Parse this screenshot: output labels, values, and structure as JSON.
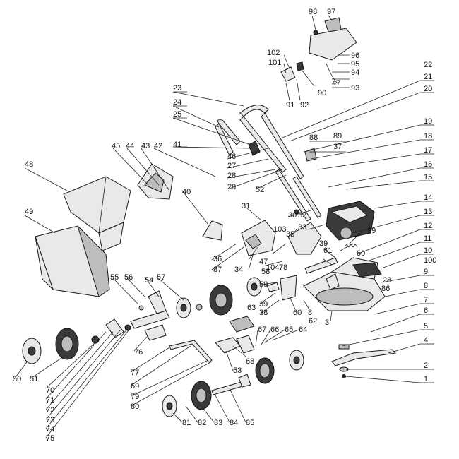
{
  "callouts": [
    "1",
    "2",
    "3",
    "4",
    "5",
    "6",
    "7",
    "8",
    "9",
    "10",
    "11",
    "12",
    "13",
    "14",
    "15",
    "16",
    "17",
    "18",
    "19",
    "20",
    "21",
    "22",
    "23",
    "24",
    "25",
    "27",
    "28",
    "29",
    "30",
    "31",
    "32",
    "33",
    "34",
    "35",
    "36",
    "37",
    "38",
    "39",
    "40",
    "41",
    "42",
    "43",
    "44",
    "45",
    "46",
    "47",
    "48",
    "49",
    "50",
    "51",
    "52",
    "53",
    "54",
    "55",
    "56",
    "57",
    "58",
    "59",
    "60",
    "61",
    "62",
    "63",
    "64",
    "65",
    "66",
    "67",
    "68",
    "69",
    "70",
    "71",
    "72",
    "73",
    "74",
    "75",
    "76",
    "77",
    "78",
    "79",
    "80",
    "81",
    "82",
    "83",
    "84",
    "85",
    "86",
    "87",
    "88",
    "89",
    "90",
    "91",
    "92",
    "93",
    "94",
    "95",
    "96",
    "97",
    "98",
    "99",
    "100",
    "101",
    "102",
    "103",
    "104"
  ]
}
